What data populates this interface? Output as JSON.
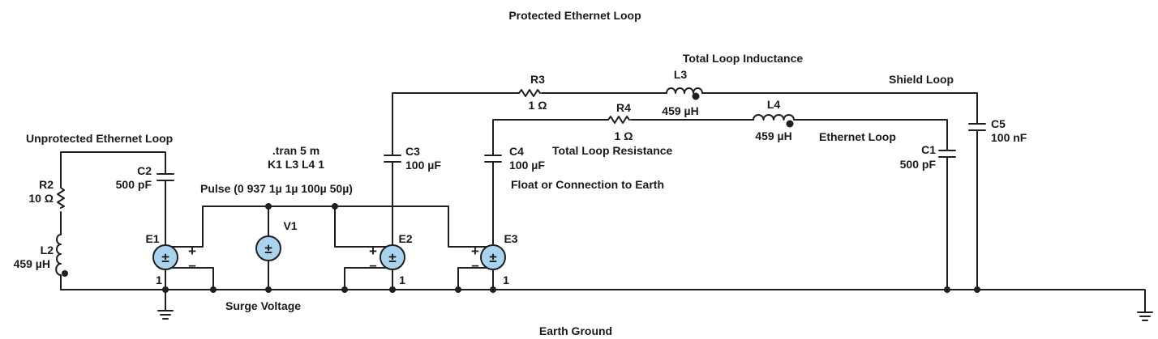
{
  "title": "Protected Ethernet Loop",
  "bottom_label": "Earth Ground",
  "notes": {
    "unprotected": "Unprotected Ethernet Loop",
    "total_inductance": "Total Loop Inductance",
    "shield_loop": "Shield Loop",
    "total_resistance": "Total Loop Resistance",
    "ethernet_loop": "Ethernet Loop",
    "float": "Float or Connection to Earth",
    "surge": "Surge Voltage",
    "tran": ".tran 5 m",
    "coupling": "K1 L3 L4 1",
    "pulse": "Pulse (0 937 1µ 1µ 100µ 50µ)"
  },
  "components": {
    "R2": {
      "name": "R2",
      "value": "10 Ω"
    },
    "L2": {
      "name": "L2",
      "value": "459 µH"
    },
    "C2": {
      "name": "C2",
      "value": "500 pF"
    },
    "C3": {
      "name": "C3",
      "value": "100 µF"
    },
    "C4": {
      "name": "C4",
      "value": "100 µF"
    },
    "R3": {
      "name": "R3",
      "value": "1 Ω"
    },
    "L3": {
      "name": "L3",
      "value": "459 µH"
    },
    "R4": {
      "name": "R4",
      "value": "1 Ω"
    },
    "L4": {
      "name": "L4",
      "value": "459 µH"
    },
    "C1": {
      "name": "C1",
      "value": "500 pF"
    },
    "C5": {
      "name": "C5",
      "value": "100 nF"
    },
    "V1": {
      "name": "V1"
    },
    "E1": {
      "name": "E1",
      "plus": "+",
      "minus": "–",
      "sym": "±",
      "pin": "1"
    },
    "E2": {
      "name": "E2",
      "plus": "+",
      "minus": "–",
      "sym": "±",
      "pin": "1"
    },
    "E3": {
      "name": "E3",
      "plus": "+",
      "minus": "–",
      "sym": "±",
      "pin": "1"
    },
    "V1sym": "±"
  },
  "colors": {
    "source_fill": "#a9d3ee",
    "wire": "#1f1f1f"
  }
}
